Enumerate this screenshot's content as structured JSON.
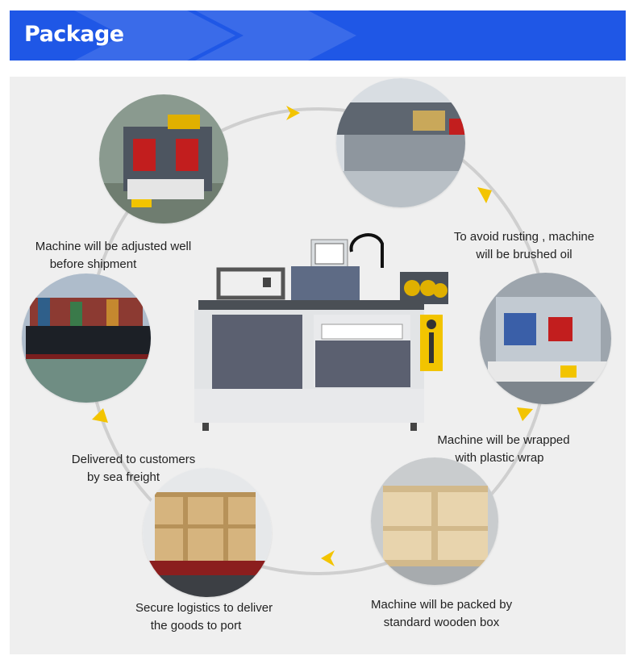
{
  "header": {
    "title": "Package"
  },
  "steps": [
    {
      "line1": "Machine will be adjusted well",
      "line2": "before shipment"
    },
    {
      "line1": "To avoid rusting , machine",
      "line2": "will be brushed oil"
    },
    {
      "line1": "Machine will be wrapped",
      "line2": "with plastic wrap"
    },
    {
      "line1": "Machine will be packed by",
      "line2": "standard wooden box"
    },
    {
      "line1": "Secure logistics to deliver",
      "line2": "the goods to port"
    },
    {
      "line1": "Delivered to customers",
      "line2": "by sea freight"
    }
  ],
  "colors": {
    "banner": "#1f57e6",
    "arrow": "#f3c400",
    "panel": "#efefef",
    "ring": "#cfcfcf"
  }
}
